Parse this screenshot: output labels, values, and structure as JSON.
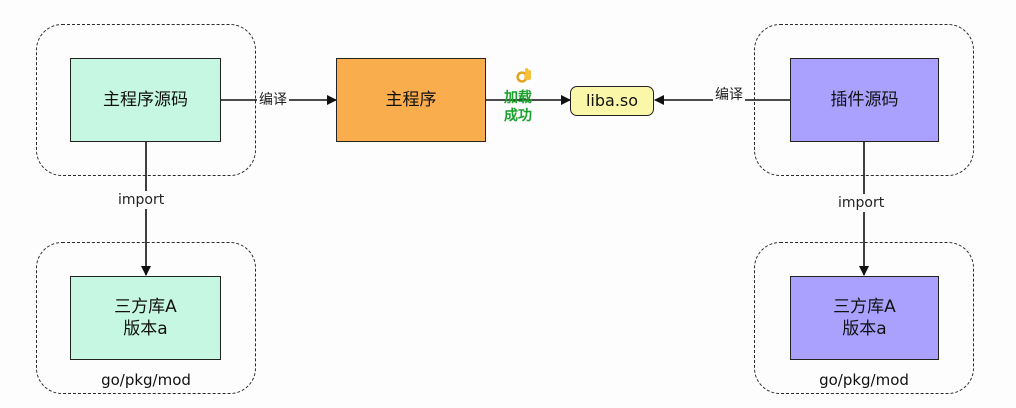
{
  "host": {
    "source_label": "主程序源码",
    "compile_label": "编译",
    "binary_label": "主程序",
    "import_label": "import",
    "dependency_label_line1": "三方库A",
    "dependency_label_line2": "版本a",
    "module_path": "go/pkg/mod"
  },
  "load": {
    "line1": "加载",
    "line2": "成功",
    "emoji_icon": "ok-hand-icon",
    "target_label": "liba.so"
  },
  "plugin": {
    "source_label": "插件源码",
    "compile_label": "编译",
    "import_label": "import",
    "dependency_label_line1": "三方库A",
    "dependency_label_line2": "版本a",
    "module_path": "go/pkg/mod"
  },
  "colors": {
    "host_source_fill": "#c6f7e2",
    "host_binary_fill": "#f9ad4d",
    "plugin_fill": "#aaa1ff",
    "library_fill": "#fbf7a9",
    "success_text": "#1aa22a"
  }
}
